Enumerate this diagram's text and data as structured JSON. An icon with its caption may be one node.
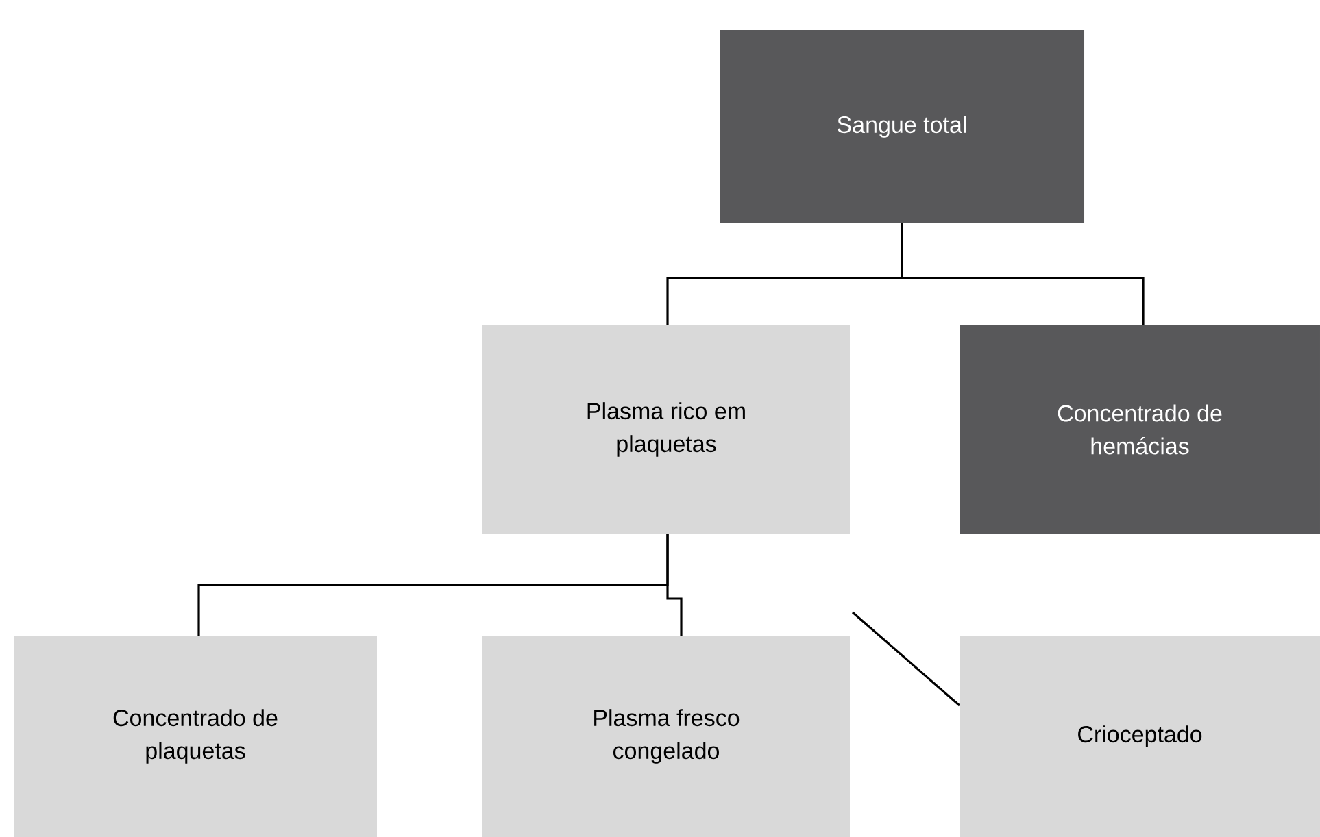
{
  "diagram": {
    "nodes": [
      {
        "text": [
          "Sangue total"
        ]
      },
      {
        "text": [
          "Plasma rico em plaquetas"
        ]
      },
      {
        "text": [
          "Concentrado de hemácias"
        ]
      },
      {
        "text": [
          "Concentrado de plaquetas"
        ]
      },
      {
        "text": [
          "Plasma fresco congelado"
        ]
      },
      {
        "text": [
          "Crioceptado"
        ]
      }
    ],
    "edges": [
      {
        "from": 0,
        "to": 1,
        "arrow": "none"
      },
      {
        "from": 0,
        "to": 2,
        "arrow": "none"
      },
      {
        "from": 1,
        "to": 3,
        "arrow": "none"
      },
      {
        "from": 1,
        "to": 4,
        "arrow": "none"
      },
      {
        "from": 4,
        "to": 5,
        "arrow": "none"
      }
    ]
  }
}
